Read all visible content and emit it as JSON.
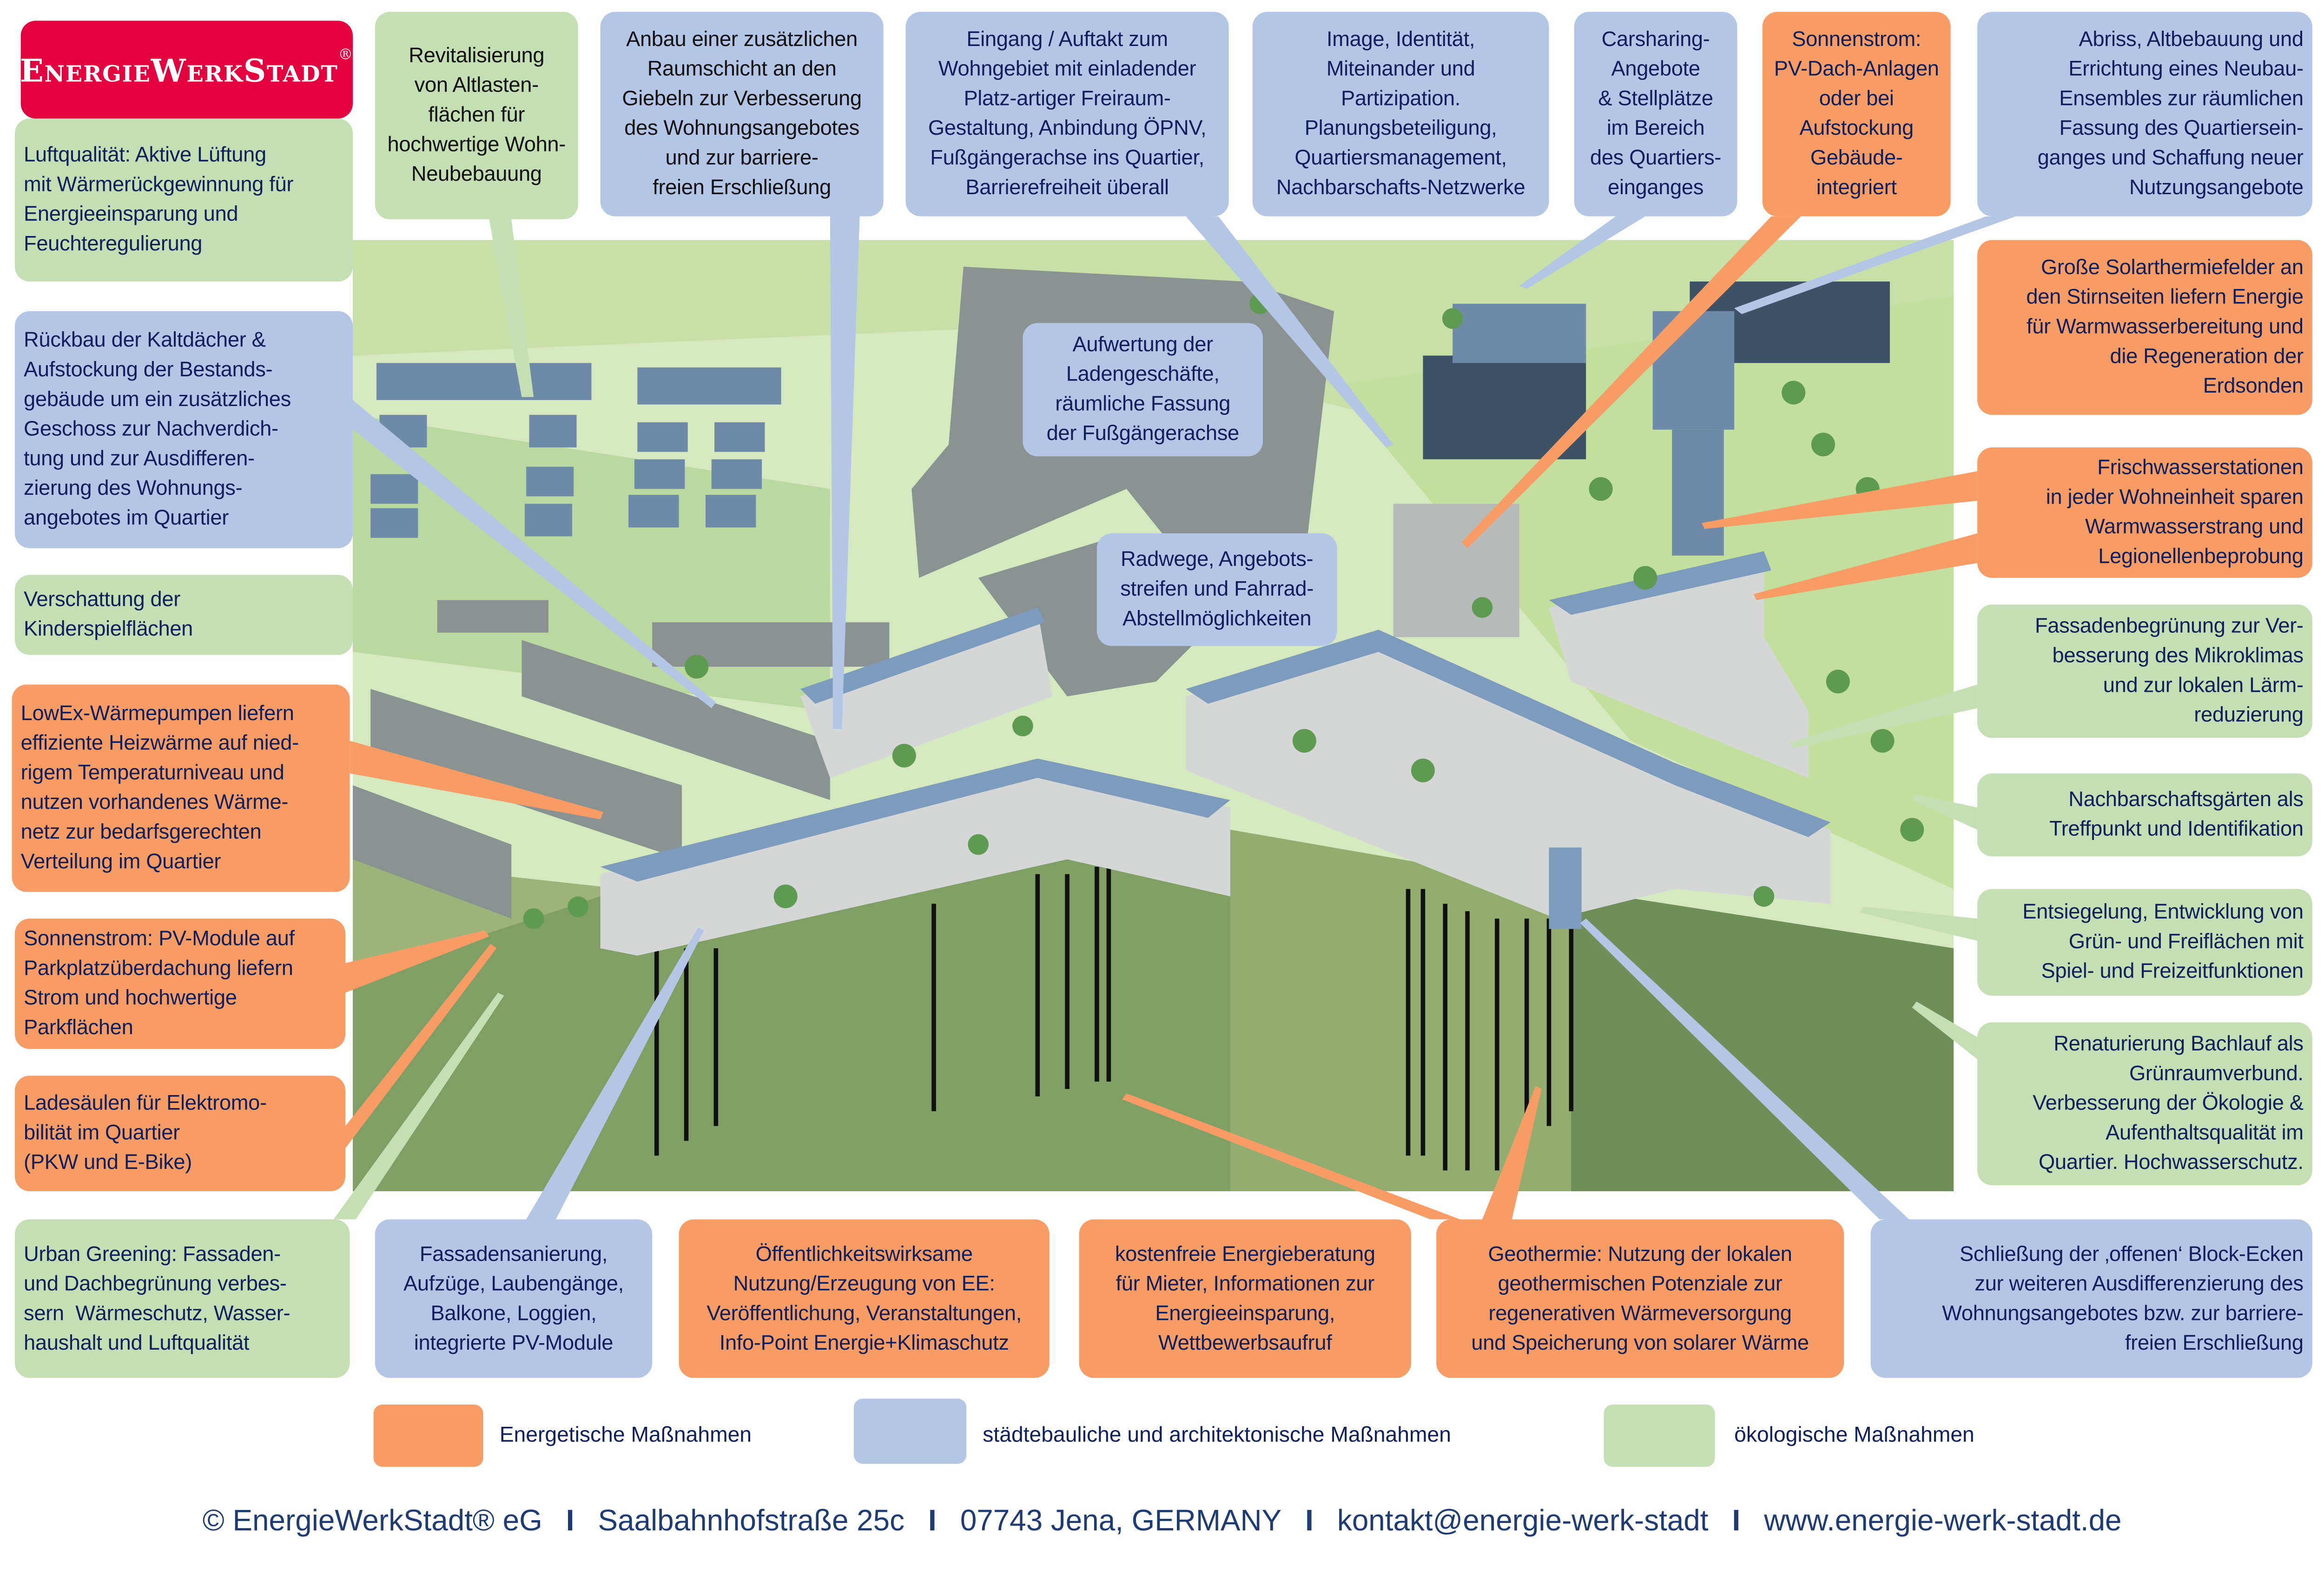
{
  "logo": {
    "text": "EnergieWerkStadt",
    "mark": "®"
  },
  "colors": {
    "energetic": "#f89c66",
    "urban": "#b4c6e5",
    "ecological": "#c5dfb4",
    "logo": "#e4003f",
    "text": "#0f1f5c"
  },
  "callouts": {
    "luftqualitaet": "Luftqualität: Aktive Lüftung\nmit Wärmerückgewinnung für\nEnergieeinsparung und\nFeuchteregulierung",
    "revitalisierung": "Revitalisierung\nvon Altlasten-\nflächen für\nhochwertige Wohn-\nNeubebauung",
    "anbau": "Anbau einer zusätzlichen\nRaumschicht an den\nGiebeln zur Verbesserung\ndes Wohnungsangebotes\nund zur barriere-\nfreien Erschließung",
    "eingang": "Eingang / Auftakt zum\nWohngebiet mit einladender\nPlatz-artiger Freiraum-\nGestaltung, Anbindung ÖPNV,\nFußgängerachse ins Quartier,\nBarrierefreiheit überall",
    "image": "Image, Identität,\nMiteinander und\nPartizipation.\nPlanungsbeteiligung,\nQuartiersmanagement,\nNachbarschafts-Netzwerke",
    "carsharing": "Carsharing-\nAngebote\n& Stellplätze\nim Bereich\ndes Quartiers-\neinganges",
    "sonnenstrom_dach": "Sonnenstrom:\nPV-Dach-Anlagen\noder bei\nAufstockung\nGebäude-\nintegriert",
    "abriss": "Abriss, Altbebauung und\nErrichtung eines Neubau-\nEnsembles zur räumlichen\nFassung des Quartiersein-\nganges und Schaffung neuer\nNutzungsangebote",
    "rueckbau": "Rückbau der Kaltdächer &\nAufstockung der Bestands-\ngebäude um ein zusätzliches\nGeschoss zur Nachverdich-\ntung und zur Ausdifferen-\nzierung des Wohnungs-\nangebotes im Quartier",
    "verschattung": "Verschattung der\nKinderspielflächen",
    "lowex": "LowEx-Wärmepumpen liefern\neffiziente Heizwärme auf nied-\nrigem Temperaturniveau und\nnutzen vorhandenes Wärme-\nnetz zur bedarfsgerechten\nVerteilung im Quartier",
    "sonnenstrom_park": "Sonnenstrom: PV-Module auf\nParkplatzüberdachung liefern\nStrom und hochwertige\nParkflächen",
    "ladesaeulen": "Ladesäulen für Elektromo-\nbilität im Quartier\n(PKW und E-Bike)",
    "urban_greening": "Urban Greening: Fassaden-\nund Dachbegrünung verbes-\nsern  Wärmeschutz, Wasser-\nhaushalt und Luftqualität",
    "fassadensanierung": "Fassadensanierung,\nAufzüge, Laubengänge,\nBalkone, Loggien,\nintegrierte PV-Module",
    "oeffentlichkeit": "Öffentlichkeitswirksame\nNutzung/Erzeugung von EE:\nVeröffentlichung, Veranstaltungen,\nInfo-Point Energie+Klimaschutz",
    "energieberatung": "kostenfreie Energieberatung\nfür Mieter, Informationen zur\nEnergieeinsparung,\nWettbewerbsaufruf",
    "geothermie": "Geothermie: Nutzung der lokalen\ngeothermischen Potenziale zur\nregenerativen Wärmeversorgung\nund Speicherung von solarer Wärme",
    "schliessung": "Schließung der ‚offenen‘ Block-Ecken\nzur weiteren Ausdifferenzierung des\nWohnungsangebotes bzw. zur barriere-\nfreien Erschließung",
    "solarthermie": "Große Solarthermiefelder an\nden Stirnseiten liefern Energie\nfür Warmwasserbereitung und\ndie Regeneration der\nErdsonden",
    "frischwasser": "Frischwasserstationen\nin jeder Wohneinheit sparen\nWarmwasserstrang und\nLegionellenbeprobung",
    "fassadenbegruenung": "Fassadenbegrünung zur Ver-\nbesserung des Mikroklimas\nund zur lokalen Lärm-\nreduzierung",
    "gaerten": "Nachbarschaftsgärten als\nTreffpunkt und Identifikation",
    "entsiegelung": "Entsiegelung, Entwicklung von\nGrün- und Freiflächen mit\nSpiel- und Freizeitfunktionen",
    "renaturierung": "Renaturierung Bachlauf als\nGrünraumverbund.\nVerbesserung der Ökologie &\nAufenthaltsqualität im\nQuartier. Hochwasserschutz.",
    "aufwertung": "Aufwertung der\nLadengeschäfte,\nräumliche Fassung\nder Fußgängerachse",
    "radwege": "Radwege, Angebots-\nstreifen und Fahrrad-\nAbstellmöglichkeiten"
  },
  "legend": [
    {
      "label": "Energetische Maßnahmen",
      "color": "#f89c66"
    },
    {
      "label": "städtebauliche und architektonische Maßnahmen",
      "color": "#b4c6e5"
    },
    {
      "label": "ökologische Maßnahmen",
      "color": "#c5dfb4"
    }
  ],
  "footer": {
    "copyright": "© EnergieWerkStadt® eG",
    "street": "Saalbahnhofstraße 25c",
    "city": "07743 Jena, GERMANY",
    "email": "kontakt@energie-werk-stadt",
    "web": "www.energie-werk-stadt.de",
    "separator": "I"
  }
}
